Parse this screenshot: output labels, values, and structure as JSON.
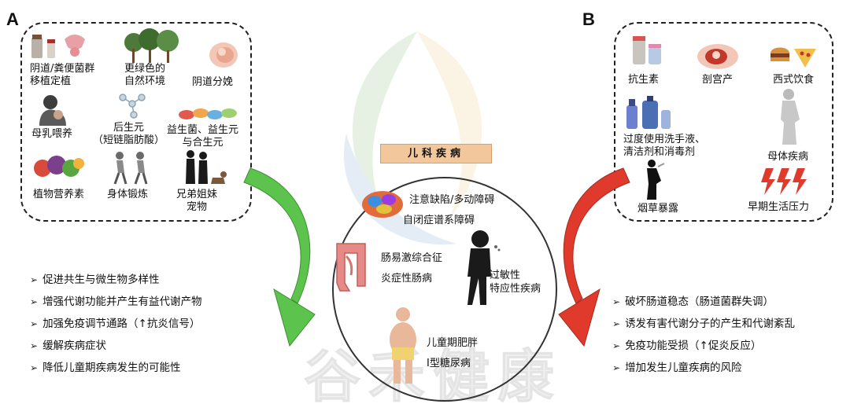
{
  "panels": {
    "a_letter": "A",
    "b_letter": "B"
  },
  "left_box": {
    "vaginal_fecal": [
      "阴道/粪便菌群",
      "移植定植"
    ],
    "greener": [
      "更绿色的",
      "自然环境"
    ],
    "vaginal_delivery": "阴道分娩",
    "breastfeeding": "母乳喂养",
    "postbiotics": [
      "后生元",
      "（短链脂肪酸）"
    ],
    "probiotics": [
      "益生菌、益生元",
      "与合生元"
    ],
    "phytonutrients": "植物营养素",
    "exercise": "身体锻炼",
    "siblings_pets": [
      "兄弟姐妹",
      "宠物"
    ]
  },
  "right_box": {
    "antibiotics": "抗生素",
    "cesarean": "剖宫产",
    "western_diet": "西式饮食",
    "disinfectants": [
      "过度使用洗手液、",
      "清洁剂和消毒剂"
    ],
    "maternal_disease": "母体疾病",
    "smoke": "烟草暴露",
    "early_stress": "早期生活压力"
  },
  "center": {
    "title": "儿科疾病",
    "adhd": "注意缺陷/多动障碍",
    "asd": "自闭症谱系障碍",
    "ibs": "肠易激综合征",
    "ibd": "炎症性肠病",
    "allergy": [
      "过敏性",
      "特应性疾病"
    ],
    "obesity": "儿童期肥胖",
    "t1d": "Ⅰ型糖尿病"
  },
  "left_benefits": [
    "促进共生与微生物多样性",
    "增强代谢功能并产生有益代谢产物",
    "加强免疫调节通路（↑抗炎信号）",
    "缓解疾病症状",
    "降低儿童期疾病发生的可能性"
  ],
  "right_harms": [
    "破坏肠道稳态（肠道菌群失调）",
    "诱发有害代谢分子的产生和代谢紊乱",
    "免疫功能受损（↑促炎反应）",
    "增加发生儿童疾病的风险"
  ],
  "bullet_glyph": "➢",
  "watermark": "谷禾健康",
  "colors": {
    "green_arrow": "#5cc44c",
    "red_arrow": "#e03a2c",
    "title_fill": "#f2c79b",
    "circle_stroke": "#333333"
  }
}
